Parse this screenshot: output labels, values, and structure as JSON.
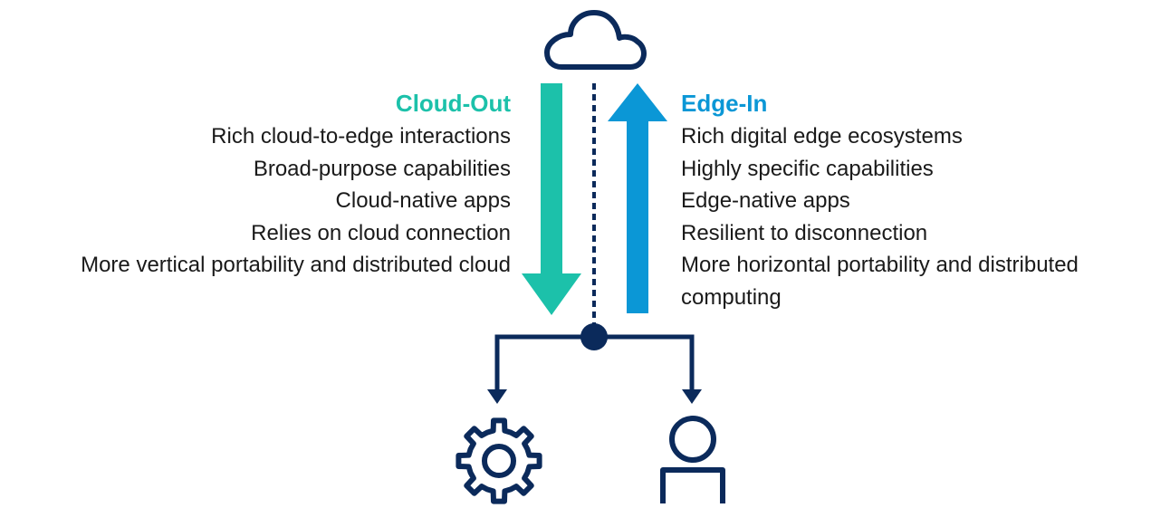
{
  "colors": {
    "navy": "#0b2a5b",
    "cloud_out": "#1cc1aa",
    "edge_in": "#0b97d6"
  },
  "icons": [
    "cloud-icon",
    "gear-icon",
    "person-icon",
    "down-arrow-icon",
    "up-arrow-icon",
    "junction-node-icon"
  ],
  "cloud_out": {
    "heading": "Cloud-Out",
    "items": [
      "Rich cloud-to-edge interactions",
      "Broad-purpose capabilities",
      "Cloud-native apps",
      "Relies on cloud connection",
      "More vertical portability and distributed cloud"
    ]
  },
  "edge_in": {
    "heading": "Edge-In",
    "items": [
      "Rich digital edge ecosystems",
      "Highly specific capabilities",
      "Edge-native apps",
      "Resilient to disconnection",
      "More horizontal portability and distributed computing"
    ]
  }
}
